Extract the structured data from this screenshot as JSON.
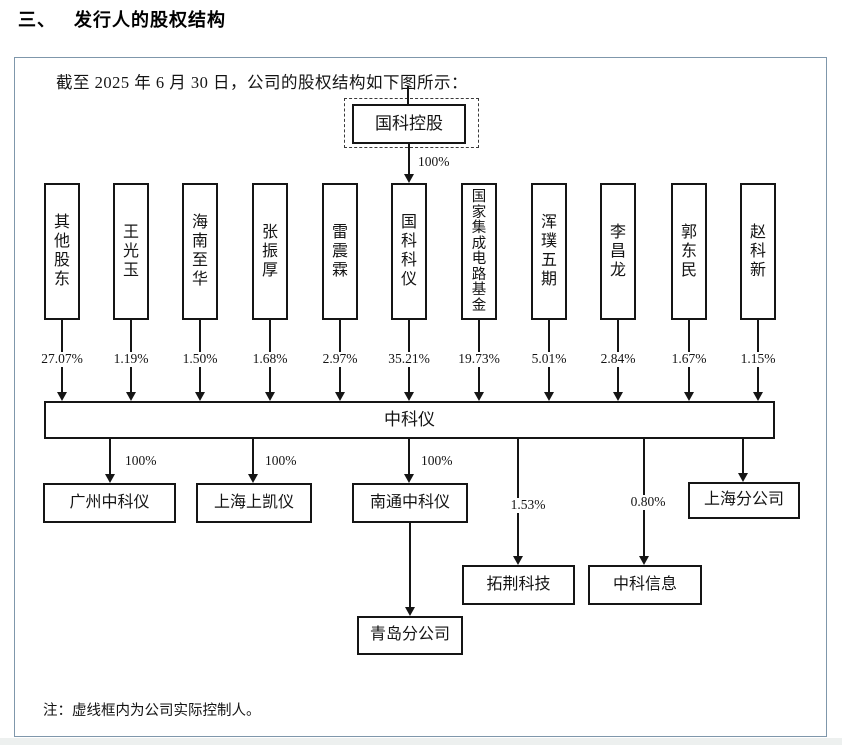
{
  "page": {
    "section_number": "三、",
    "section_title": "发行人的股权结构",
    "intro": "截至 2025 年 6 月 30 日，公司的股权结构如下图所示：",
    "note": "注：虚线框内为公司实际控制人。"
  },
  "colors": {
    "frame_border": "#7f97ab",
    "diagram_line": "#151515"
  },
  "diagram": {
    "controller": {
      "name": "国科控股",
      "percent": "100%",
      "in_dashed_frame": true
    },
    "shareholders": [
      {
        "name": "其他股东",
        "percent": "27.07%"
      },
      {
        "name": "王光玉",
        "percent": "1.19%"
      },
      {
        "name": "海南至华",
        "percent": "1.50%"
      },
      {
        "name": "张振厚",
        "percent": "1.68%"
      },
      {
        "name": "雷震霖",
        "percent": "2.97%"
      },
      {
        "name": "国科科仪",
        "percent": "35.21%"
      },
      {
        "name": "国家集成电路基金",
        "percent": "19.73%"
      },
      {
        "name": "浑璞五期",
        "percent": "5.01%"
      },
      {
        "name": "李昌龙",
        "percent": "2.84%"
      },
      {
        "name": "郭东民",
        "percent": "1.67%"
      },
      {
        "name": "赵科新",
        "percent": "1.15%"
      }
    ],
    "parent_company": {
      "name": "中科仪"
    },
    "holdings": [
      {
        "name": "广州中科仪",
        "percent": "100%"
      },
      {
        "name": "上海上凯仪",
        "percent": "100%"
      },
      {
        "name": "南通中科仪",
        "percent": "100%"
      },
      {
        "name": "拓荆科技",
        "percent": "1.53%"
      },
      {
        "name": "中科信息",
        "percent": "0.80%"
      },
      {
        "name": "上海分公司",
        "percent": ""
      }
    ],
    "branch_of_nantong": {
      "name": "青岛分公司"
    }
  }
}
